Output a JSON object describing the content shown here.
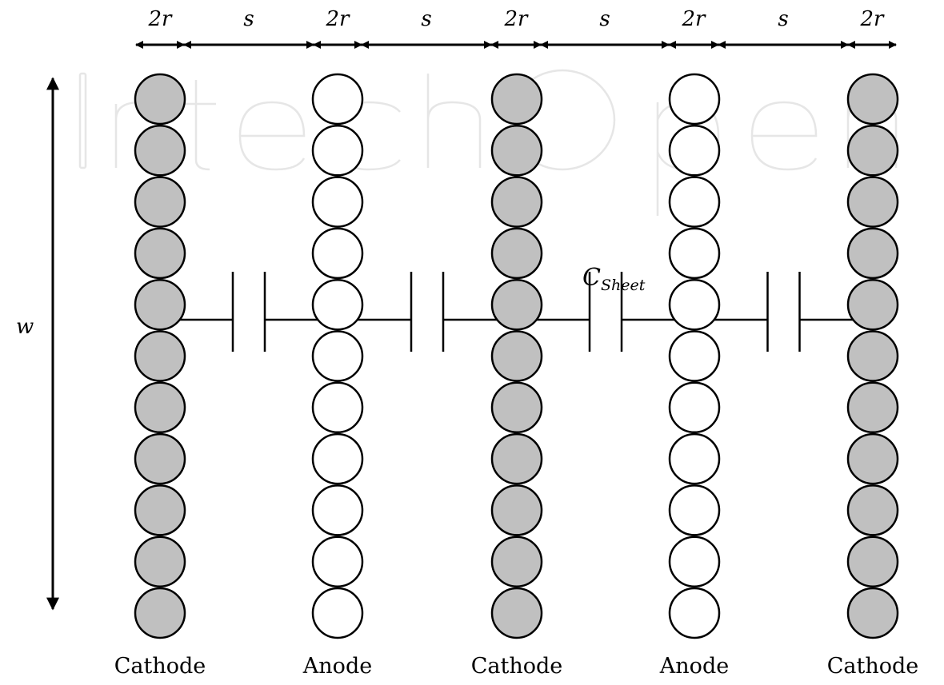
{
  "dimensions": {
    "top": [
      "2r",
      "s",
      "2r",
      "s",
      "2r",
      "s",
      "2r",
      "s",
      "2r"
    ],
    "width": "w",
    "capacitor": {
      "main": "C",
      "subscript": "Sheet"
    }
  },
  "watermark": "IntechOpen",
  "electrodes": [
    {
      "label": "Cathode",
      "type": "cathode",
      "fill": "#c0c0c0"
    },
    {
      "label": "Anode",
      "type": "anode",
      "fill": "#ffffff"
    },
    {
      "label": "Cathode",
      "type": "cathode",
      "fill": "#c0c0c0"
    },
    {
      "label": "Anode",
      "type": "anode",
      "fill": "#ffffff"
    },
    {
      "label": "Cathode",
      "type": "cathode",
      "fill": "#c0c0c0"
    }
  ],
  "circles_per_column": 11,
  "colors": {
    "stroke": "#000000",
    "cathode_fill": "#c0c0c0",
    "anode_fill": "#ffffff"
  }
}
